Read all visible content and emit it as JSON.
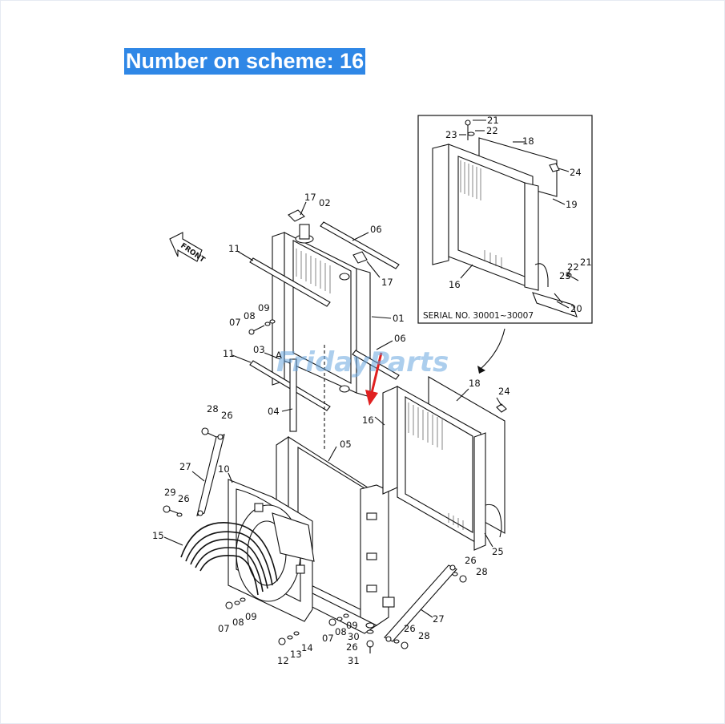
{
  "banner": {
    "text": "Number on scheme: 16",
    "bg": "#2f87e6"
  },
  "watermark": {
    "text": "FridayParts"
  },
  "inset": {
    "caption": "SERIAL NO. 30001~30007"
  },
  "front_label": "FRONT",
  "callouts": {
    "c17a": "17",
    "c02": "02",
    "c06a": "06",
    "c11a": "11",
    "c17b": "17",
    "c01": "01",
    "c07a": "07",
    "c08a": "08",
    "c09a": "09",
    "c06b": "06",
    "c11b": "11",
    "c03": "03",
    "cA": "A",
    "c04": "04",
    "c05": "05",
    "c16main": "16",
    "c18main": "18",
    "c24main": "24",
    "c25": "25",
    "c28a": "28",
    "c26a": "26",
    "c27a": "27",
    "c10": "10",
    "c29": "29",
    "c26b": "26",
    "c15": "15",
    "c07b": "07",
    "c08b": "08",
    "c09b": "09",
    "c12": "12",
    "c13": "13",
    "c14": "14",
    "c07c": "07",
    "c08c": "08",
    "c09c": "09",
    "c30": "30",
    "c26c": "26",
    "c31": "31",
    "c26d": "26",
    "c28b": "28",
    "c27b": "27",
    "c26e": "26",
    "c28c": "28",
    "i21a": "21",
    "i23a": "23",
    "i22a": "22",
    "i18": "18",
    "i24": "24",
    "i19": "19",
    "i22b": "22",
    "i21b": "21",
    "i23b": "23",
    "i16": "16",
    "i20": "20"
  }
}
